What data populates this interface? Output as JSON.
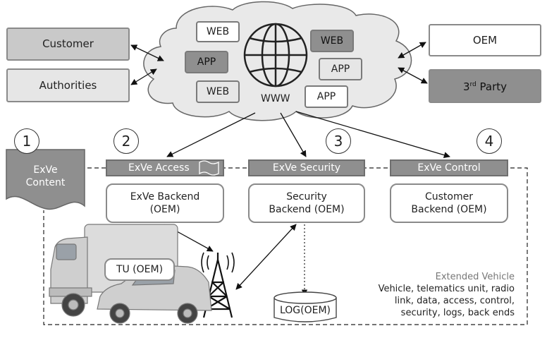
{
  "left_boxes": {
    "customer": "Customer",
    "authorities": "Authorities"
  },
  "right_boxes": {
    "oem": "OEM",
    "third_party_base": "3",
    "third_party_sup": "rd",
    "third_party_rest": " Party"
  },
  "cloud": {
    "web_1": "WEB",
    "app_1": "APP",
    "web_2": "WEB",
    "web_3": "WEB",
    "app_2": "APP",
    "app_3": "APP",
    "www": "WWW"
  },
  "numbers": [
    "1",
    "2",
    "3",
    "4"
  ],
  "content": {
    "line1": "ExVe",
    "line2": "Content"
  },
  "bars": {
    "access": "ExVe Access",
    "security": "ExVe Security",
    "control": "ExVe Control"
  },
  "backends": {
    "exve_line1": "ExVe Backend",
    "exve_line2": "(OEM)",
    "security_line1": "Security",
    "security_line2": "Backend (OEM)",
    "customer_line1": "Customer",
    "customer_line2": "Backend (OEM)"
  },
  "tu": "TU (OEM)",
  "log": "LOG(OEM)",
  "extended": {
    "title": "Extended Vehicle",
    "lines": [
      "Vehicle, telematics unit, radio",
      "link, data, access, control,",
      "security, logs, back ends"
    ]
  },
  "colors": {
    "bar_fill": "#8f8f8f",
    "box_border": "#8a8a8a",
    "light_fill": "#e6e6e6",
    "mid_fill": "#c9c9c9"
  }
}
